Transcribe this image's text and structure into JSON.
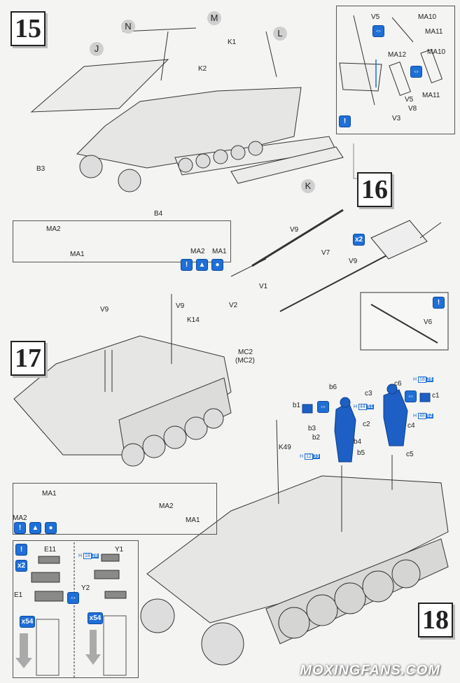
{
  "steps": {
    "s15": "15",
    "s16": "16",
    "s17": "17",
    "s18": "18"
  },
  "step15": {
    "callouts": [
      "N",
      "M",
      "L",
      "J",
      "K"
    ],
    "parts": [
      "K1",
      "K2",
      "B3",
      "B4"
    ]
  },
  "inset15": {
    "parts": [
      "V5",
      "MA10",
      "MA11",
      "MA12",
      "MA10",
      "V5",
      "MA11",
      "V8",
      "V3"
    ]
  },
  "step16": {
    "multiplier": "x2",
    "parts": [
      "V9",
      "V7",
      "V1",
      "V2",
      "V9",
      "V6"
    ]
  },
  "step17": {
    "inset_top": [
      "MA2",
      "MA1",
      "MA2",
      "MA1"
    ],
    "parts": [
      "V9",
      "V9",
      "K14",
      "MC2",
      "(MC2)"
    ],
    "inset_bottom": [
      "MA1",
      "MA2",
      "MA2",
      "MA1"
    ]
  },
  "step18": {
    "parts": [
      "b6",
      "b1",
      "b3",
      "b2",
      "b4",
      "b5",
      "c6",
      "c3",
      "c2",
      "c4",
      "c5",
      "c1",
      "K49"
    ],
    "paints": [
      {
        "h": "H",
        "a": "44",
        "b": "51"
      },
      {
        "h": "H",
        "a": "12",
        "b": "33"
      },
      {
        "h": "H",
        "a": "18",
        "b": "28"
      },
      {
        "h": "H",
        "a": "48",
        "b": "52"
      }
    ]
  },
  "tracks": {
    "parts": [
      "E11",
      "E1",
      "Y1",
      "Y2"
    ],
    "multipliers": [
      "x2",
      "x54",
      "x54"
    ],
    "paint": {
      "h": "H",
      "a": "18",
      "b": "28"
    }
  },
  "icons": {
    "flip": "⇔",
    "glue": "!",
    "cement": "▲",
    "paint": "●"
  },
  "colors": {
    "accent": "#1f6fd6",
    "figure": "#1d5fc4"
  },
  "watermark": "MOXINGFANS.COM"
}
